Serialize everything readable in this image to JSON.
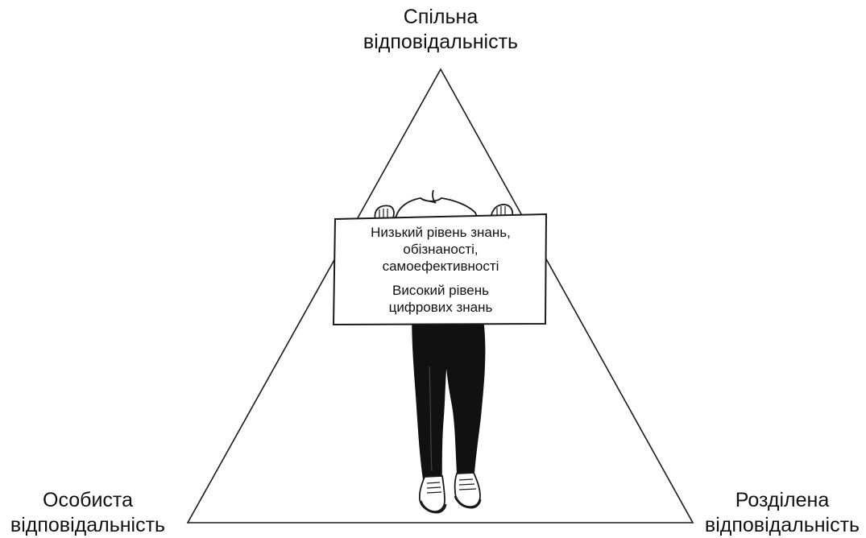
{
  "vertices": {
    "top": {
      "line1": "Спільна",
      "line2": "відповідальність"
    },
    "left": {
      "line1": "Особиста",
      "line2": "відповідальність"
    },
    "right": {
      "line1": "Розділена",
      "line2": "відповідальність"
    }
  },
  "sign": {
    "line1": "Низький рівень знань,",
    "line2": "обізнаності,",
    "line3": "самоефективності",
    "line4": "Високий рівень",
    "line5": "цифрових знань"
  },
  "colors": {
    "ink": "#111111",
    "background": "#ffffff",
    "shoe_sole": "#d9d9d9"
  },
  "icons": {
    "figure": "person-holding-sign-illustration"
  }
}
